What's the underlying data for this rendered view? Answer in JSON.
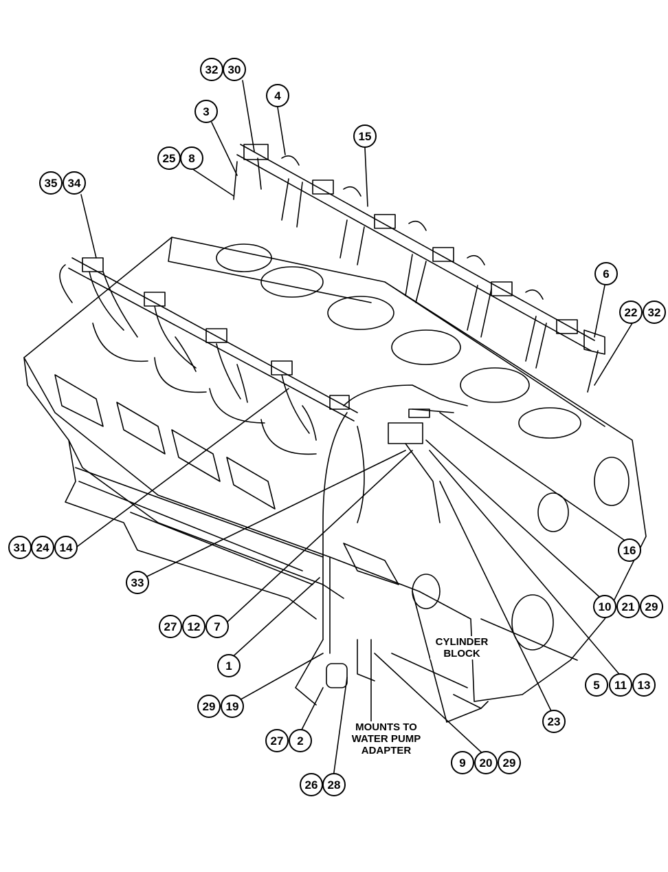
{
  "colors": {
    "ink": "#000000",
    "paper": "#ffffff"
  },
  "callouts": {
    "c32a": "32",
    "c30": "30",
    "c4": "4",
    "c3": "3",
    "c15": "15",
    "c25": "25",
    "c8": "8",
    "c35": "35",
    "c34": "34",
    "c6": "6",
    "c22": "22",
    "c32b": "32",
    "c31": "31",
    "c24": "24",
    "c14": "14",
    "c16": "16",
    "c33": "33",
    "c10": "10",
    "c21a": "21",
    "c29a": "29",
    "c27a": "27",
    "c12": "12",
    "c7": "7",
    "c1": "1",
    "c5": "5",
    "c11": "11",
    "c13": "13",
    "c29b": "29",
    "c19": "19",
    "c23": "23",
    "c27b": "27",
    "c2": "2",
    "c9": "9",
    "c20": "20",
    "c29c": "29",
    "c26": "26",
    "c28": "28"
  },
  "labels": {
    "cylinder_block": [
      "CYLINDER",
      "BLOCK"
    ],
    "mounts_to": [
      "MOUNTS TO",
      "WATER PUMP",
      "ADAPTER"
    ]
  }
}
